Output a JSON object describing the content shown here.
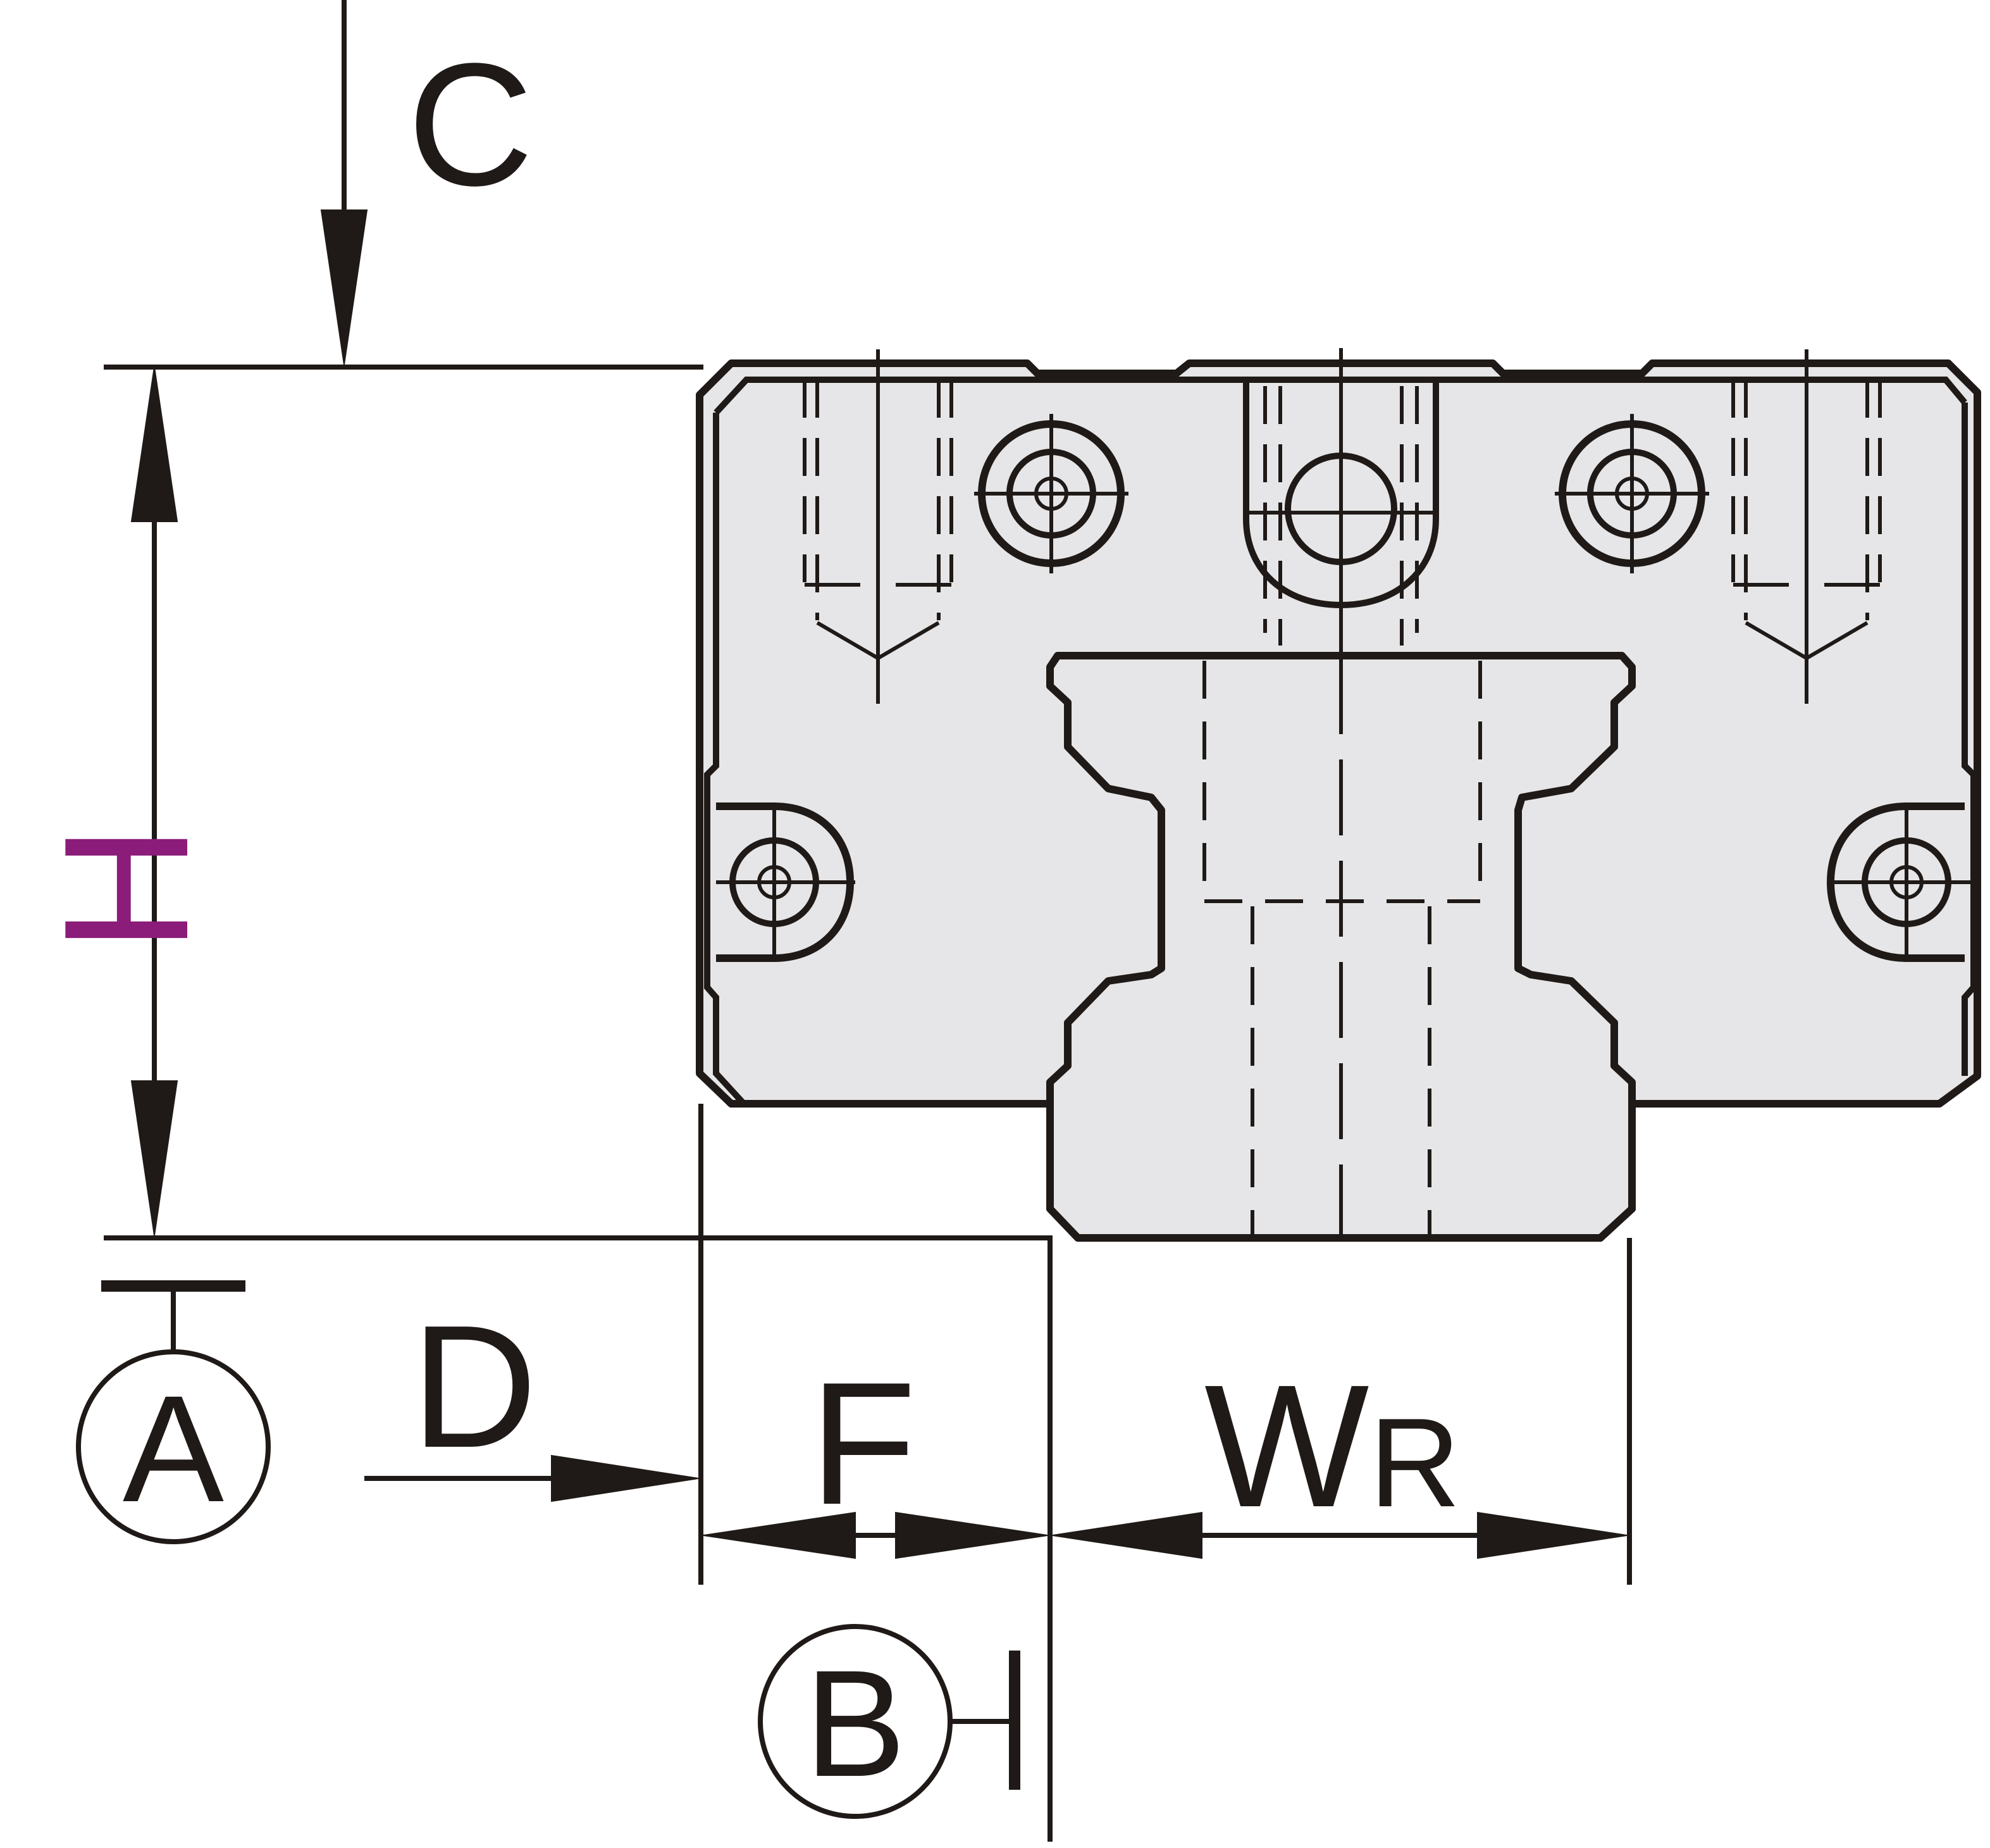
{
  "labels": {
    "c": "C",
    "h": "H",
    "d": "D",
    "f": "F",
    "w": "W",
    "w_sub": "R",
    "datum_a": "A",
    "datum_b": "B"
  },
  "colors": {
    "stroke": "#1f1a17",
    "body_fill": "#e6e6e8",
    "h_label": "#8b1c7a"
  }
}
